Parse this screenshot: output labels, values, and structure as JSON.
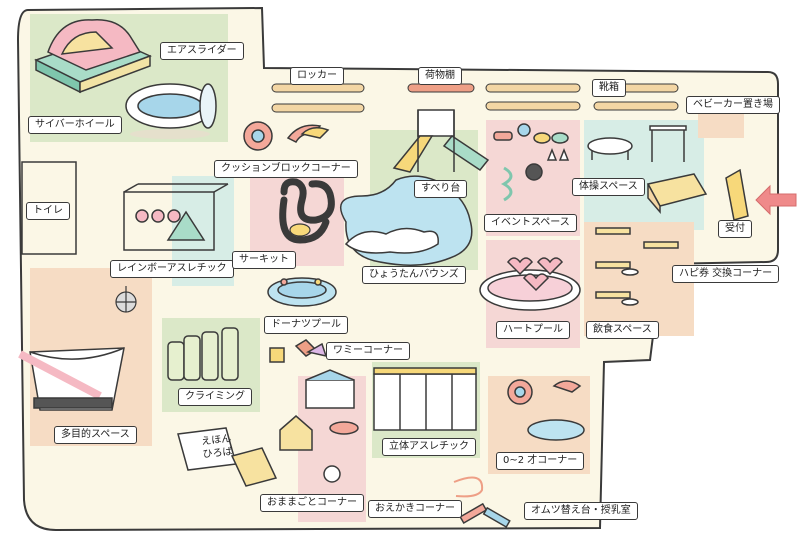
{
  "map": {
    "labels": {
      "air_slider": "エアスライダー",
      "cyber_wheel": "サイバーホイール",
      "locker": "ロッカー",
      "storage_shelf": "荷物棚",
      "shoe_box": "靴箱",
      "stroller_area": "ベビーカー置き場",
      "cushion_block": "クッションブロックコーナー",
      "slide": "すべり台",
      "gymnastics": "体操スペース",
      "toilet": "トイレ",
      "event_space": "イベントスペース",
      "reception": "受付",
      "rainbow_athletic": "レインボーアスレチック",
      "circuit": "サーキット",
      "gourd_bounce": "ひょうたんバウンズ",
      "ticket_exchange": "ハピ券 交換コーナー",
      "donut_pool": "ドーナツプール",
      "heart_pool": "ハートプール",
      "dining_space": "飲食スペース",
      "wamy_corner": "ワミーコーナー",
      "climbing": "クライミング",
      "multipurpose": "多目的スペース",
      "picture_book": "えほん\nひろば",
      "jungle_gym": "立体アスレチック",
      "baby_corner": "0~2 才コーナー",
      "playhouse": "おままごとコーナー",
      "drawing": "おえかきコーナー",
      "diaper_nursing": "オムツ替え台・授乳室"
    },
    "colors": {
      "floor": "#fbf7e6",
      "outline": "#3a3a3a",
      "green_zone": "#dbe8c8",
      "pink_zone": "#f5d7d5",
      "peach_zone": "#f6dcc4",
      "mint_zone": "#d7ede6",
      "entrance_arrow": "#ef8a8a"
    }
  }
}
